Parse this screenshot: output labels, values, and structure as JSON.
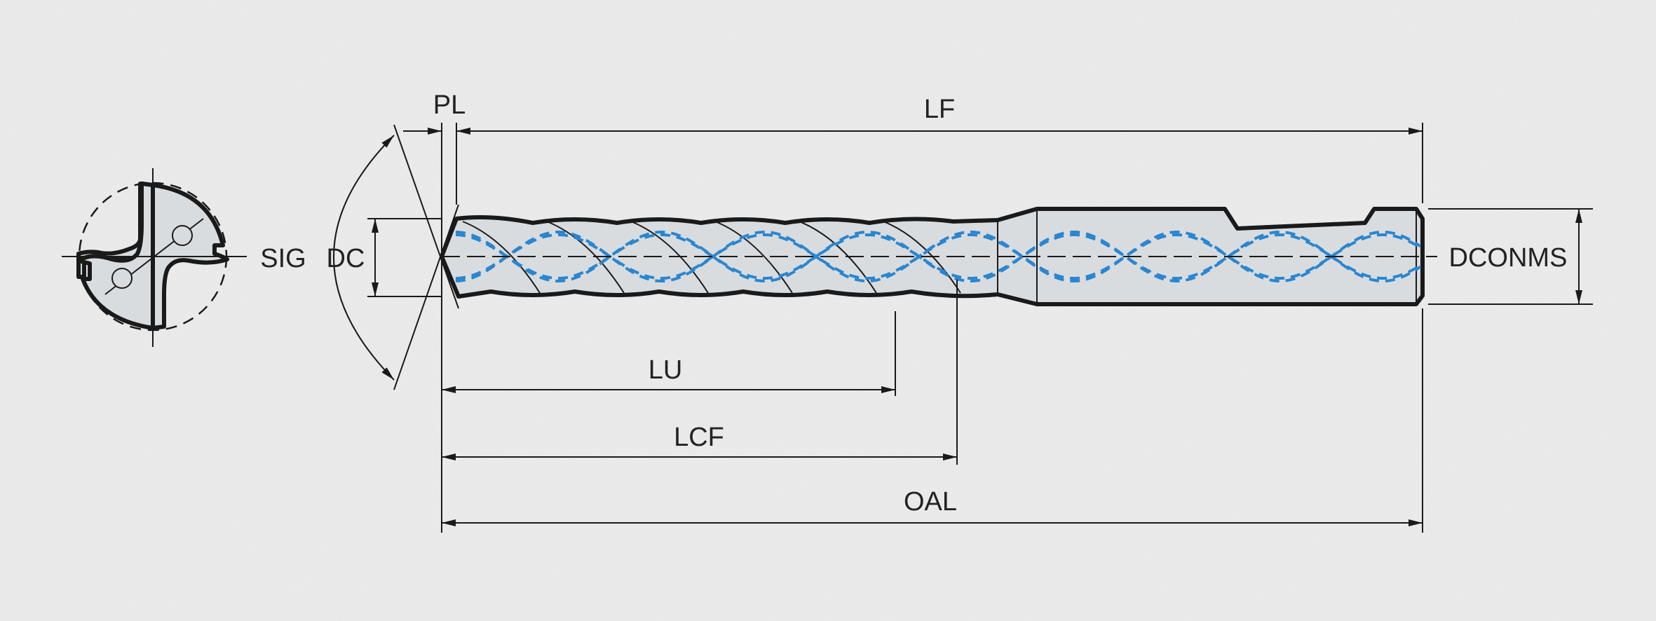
{
  "diagram": {
    "title": "Drill dimension drawing",
    "labels": {
      "pl": "PL",
      "lf": "LF",
      "sig": "SIG",
      "dc": "DC",
      "dconms": "DCONMS",
      "lu": "LU",
      "lcf": "LCF",
      "oal": "OAL"
    },
    "colors": {
      "background": "#ececec",
      "body": "#d9dcdf",
      "outline": "#1a1a1a",
      "coolant": "#2a86d0"
    }
  }
}
